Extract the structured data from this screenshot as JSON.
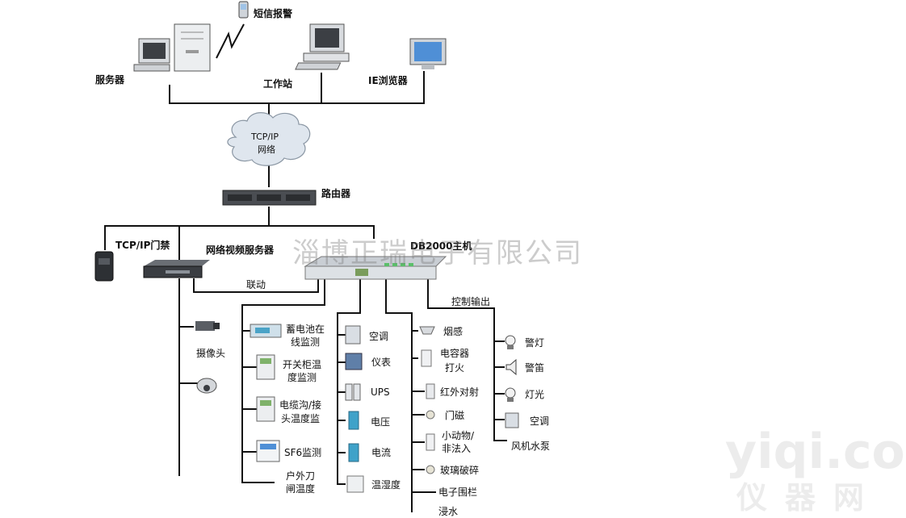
{
  "top": {
    "sms": "短信报警",
    "server": "服务器",
    "workstation": "工作站",
    "browser": "IE浏览器"
  },
  "network": {
    "line1": "TCP/IP",
    "line2": "网络"
  },
  "router": "路由器",
  "row2": {
    "access": "TCP/IP门禁",
    "video_server": "网络视频服务器",
    "host": "DB2000主机",
    "link": "联动",
    "camera": "摄像头",
    "control_out": "控制输出"
  },
  "monitors": [
    {
      "line1": "蓄电池在",
      "line2": "线监测"
    },
    {
      "line1": "开关柜温",
      "line2": "度监测"
    },
    {
      "line1": "电缆沟/接",
      "line2": "头温度监"
    },
    {
      "line1": "SF6监测",
      "line2": ""
    },
    {
      "line1": "户外刀",
      "line2": "闸温度"
    }
  ],
  "instruments": [
    "空调",
    "仪表",
    "UPS",
    "电压",
    "电流",
    "温湿度"
  ],
  "sensors": [
    {
      "line1": "烟感",
      "line2": ""
    },
    {
      "line1": "电容器",
      "line2": "打火"
    },
    {
      "line1": "红外对射",
      "line2": ""
    },
    {
      "line1": "门磁",
      "line2": ""
    },
    {
      "line1": "小动物/",
      "line2": "非法入"
    },
    {
      "line1": "玻璃破碎",
      "line2": ""
    },
    {
      "line1": "电子围栏",
      "line2": ""
    },
    {
      "line1": "浸水",
      "line2": ""
    }
  ],
  "outputs": [
    "警灯",
    "警笛",
    "灯光",
    "空调"
  ],
  "fan_pump": "风机水泵",
  "watermark": {
    "company": "淄博正瑞电子有限公司",
    "site": "yiqi.com",
    "site_cn": "仪器网"
  },
  "colors": {
    "line": "#111111",
    "cloud": "#dfe6ee",
    "screen": "#4f8fd6"
  }
}
